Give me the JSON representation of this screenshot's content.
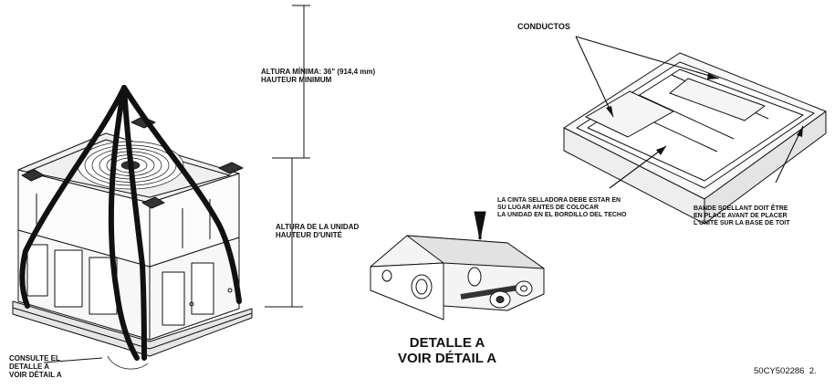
{
  "labels": {
    "min_height": "ALTURA MÍNIMA: 36\" (914,4 mm)\nHAUTEUR MINIMUM",
    "unit_height": "ALTURA DE LA UNIDAD\nHAUTEUR D'UNITÉ",
    "consult_detail": "CONSULTE EL\nDETALLE A\nVOIR DÉTAIL A",
    "detail_title": "DETALLE A\nVOIR DÉTAIL A",
    "ducts": "CONDUCTOS",
    "seal_es": "LA CINTA SELLADORA DEBE ESTAR EN\nSU LUGAR ANTES DE COLOCAR\nLA UNIDAD EN EL BORDILLO DEL TECHO",
    "seal_fr": "BANDE SCELLANT DOIT ÊTRE\nEN PLACE AVANT DE PLACER\nL'UNITÉ SUR LA BASE DE TOIT",
    "figure_code": "50CY502286  2."
  }
}
